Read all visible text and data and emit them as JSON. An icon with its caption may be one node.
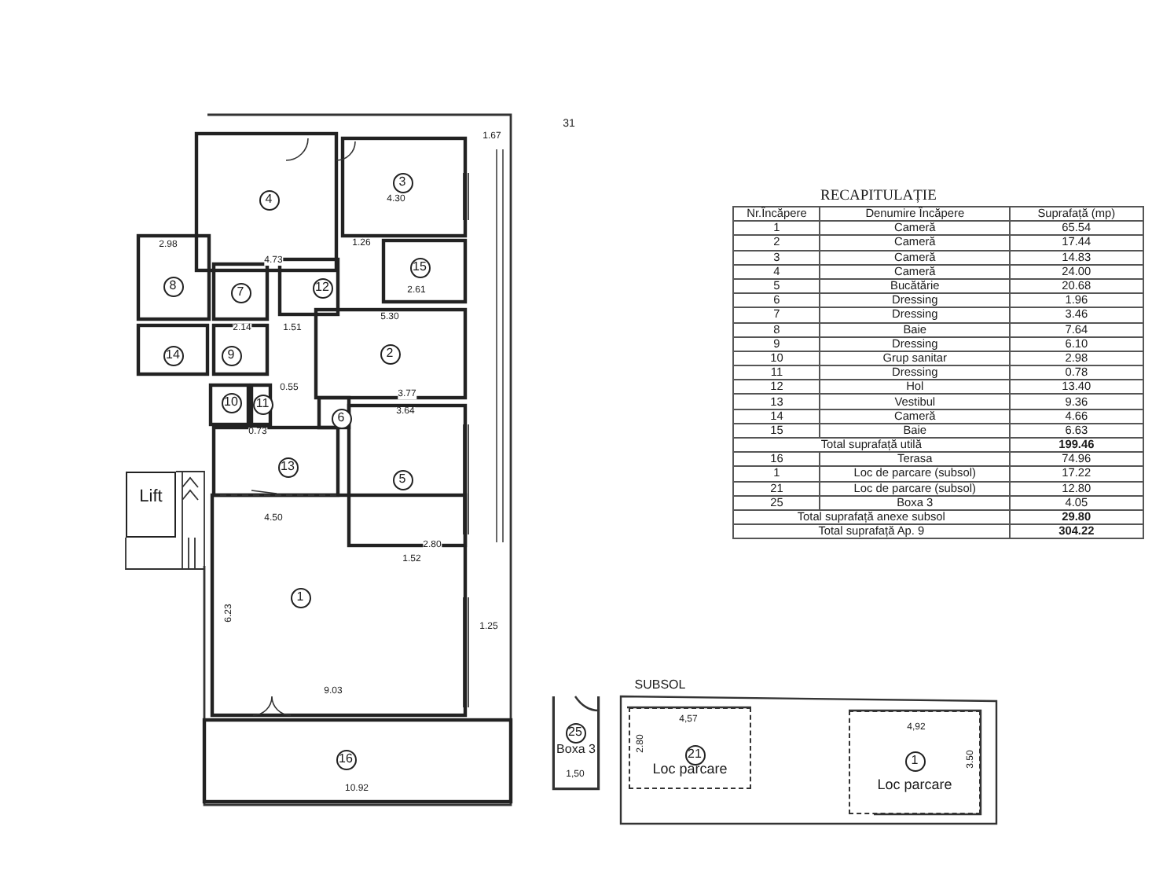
{
  "diagram": {
    "nodes": [
      {
        "text": [
          "4"
        ]
      },
      {
        "text": [
          "3"
        ]
      },
      {
        "text": [
          "15"
        ]
      },
      {
        "text": [
          "8"
        ]
      },
      {
        "text": [
          "7"
        ]
      },
      {
        "text": [
          "12"
        ]
      },
      {
        "text": [
          "14"
        ]
      },
      {
        "text": [
          "9"
        ]
      },
      {
        "text": [
          "2"
        ]
      },
      {
        "text": [
          "10"
        ]
      },
      {
        "text": [
          "11"
        ]
      },
      {
        "text": [
          "6"
        ]
      },
      {
        "text": [
          "13"
        ]
      },
      {
        "text": [
          "5"
        ]
      },
      {
        "text": [
          "1"
        ]
      },
      {
        "text": [
          "16"
        ]
      },
      {
        "text": [
          "Lift"
        ]
      },
      {
        "text": [
          "Boxa 3"
        ]
      },
      {
        "text": [
          "25"
        ],
        "in": 17
      },
      {
        "text": [
          "Loc parcare"
        ]
      },
      {
        "text": [
          "21"
        ],
        "in": 19
      },
      {
        "text": [
          "Loc parcare"
        ]
      },
      {
        "text": [
          "1"
        ],
        "in": 21
      }
    ],
    "labels": [
      "31",
      "1.67",
      "4.30",
      "2.98",
      "4.73",
      "1.26",
      "2.61",
      "5.30",
      "2.14",
      "1.51",
      "0.55",
      "0.73",
      "3.77",
      "3.64",
      "4.50",
      "2.80",
      "1.52",
      "6.23",
      "1.25",
      "9.03",
      "10.92",
      "RECAPITULAȚIE",
      "Nr.Încăpere",
      "Denumire Încăpere",
      "Suprafață (mp)",
      "1",
      "Cameră",
      "65.54",
      "2",
      "Cameră",
      "17.44",
      "3",
      "Cameră",
      "14.83",
      "4",
      "Cameră",
      "24.00",
      "5",
      "Bucătărie",
      "20.68",
      "6",
      "Dressing",
      "1.96",
      "7",
      "Dressing",
      "3.46",
      "8",
      "Baie",
      "7.64",
      "9",
      "Dressing",
      "6.10",
      "10",
      "Grup sanitar",
      "2.98",
      "11",
      "Dressing",
      "0.78",
      "12",
      "Hol",
      "13.40",
      "13",
      "Vestibul",
      "9.36",
      "14",
      "Cameră",
      "4.66",
      "15",
      "Baie",
      "6.63",
      "Total suprafață utilă",
      "199.46",
      "16",
      "Terasa",
      "74.96",
      "1",
      "Loc de parcare (subsol)",
      "17.22",
      "21",
      "Loc de parcare (subsol)",
      "12.80",
      "25",
      "Boxa 3",
      "4.05",
      "Total suprafață anexe subsol",
      "29.80",
      "Total suprafață Ap. 9",
      "304.22",
      "SUBSOL",
      "1,50",
      "4,57",
      "2.80",
      "4,92",
      "3.50"
    ]
  }
}
